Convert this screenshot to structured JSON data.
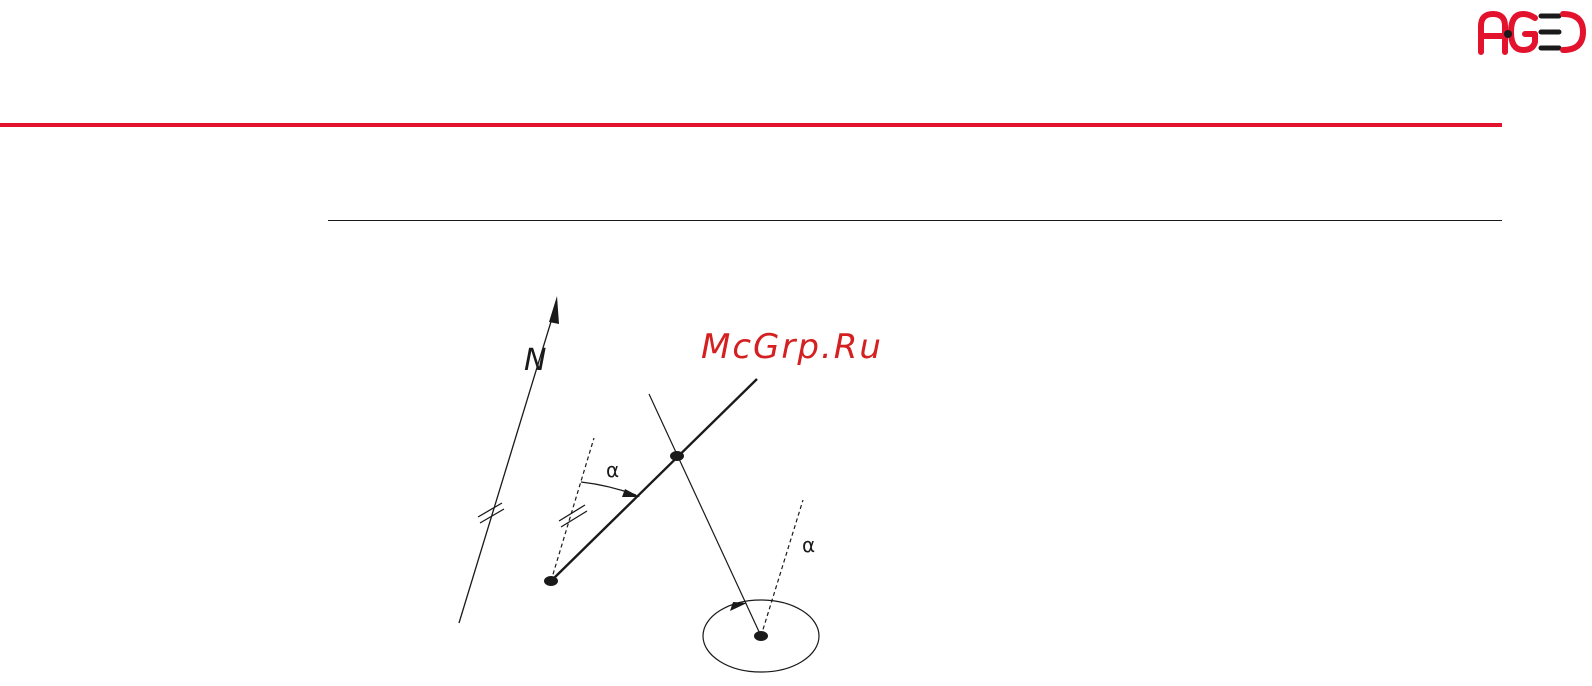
{
  "header": {
    "logo_text": "AGED",
    "brand_color": "#e3122d"
  },
  "diagram": {
    "north_label": "N",
    "angle_label_1": "α",
    "angle_label_2": "α",
    "watermark": "McGrp.Ru"
  }
}
